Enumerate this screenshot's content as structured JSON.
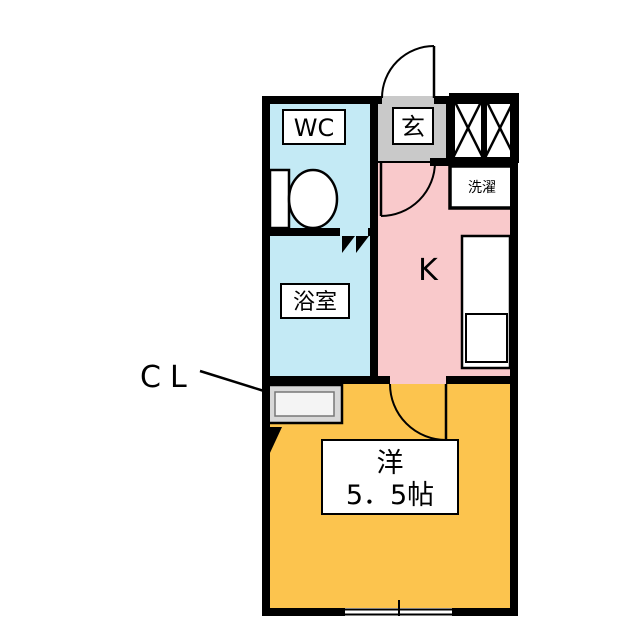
{
  "plan": {
    "type": "apartment-floor-plan",
    "rooms": {
      "wc": {
        "label": "WC",
        "color": "#c4eaf5"
      },
      "genkan": {
        "label": "玄",
        "color": "#c9c9c9"
      },
      "laundry": {
        "label": "洗濯"
      },
      "kitchen": {
        "label": "K",
        "color": "#f9c9cb"
      },
      "bath": {
        "label": "浴室",
        "color": "#c4eaf5"
      },
      "closet": {
        "label": "CL",
        "color": "#d8d8d8"
      },
      "western_room": {
        "label_name": "洋",
        "label_size": "5．5帖",
        "color": "#fcc44e"
      }
    },
    "wall_color": "#000000",
    "bg_color": "#ffffff"
  }
}
